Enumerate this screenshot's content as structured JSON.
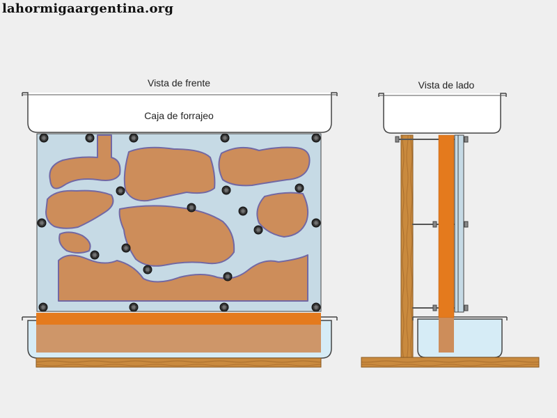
{
  "header": {
    "site_title": "lahormigaargentina.org"
  },
  "diagram": {
    "front_view_label": "Vista de frente",
    "foraging_box_label": "Caja de forrajeo",
    "side_view_label": "Vista de lado"
  },
  "colors": {
    "background": "#efefef",
    "plexiglass": "#c6dae5",
    "soil_fill": "#cd8d5a",
    "soil_outline": "#7268a3",
    "orange_bar": "#e47a1d",
    "wood": "#c98a3e",
    "water": "#d6ecf6"
  },
  "icons": [
    "screw-icon"
  ]
}
